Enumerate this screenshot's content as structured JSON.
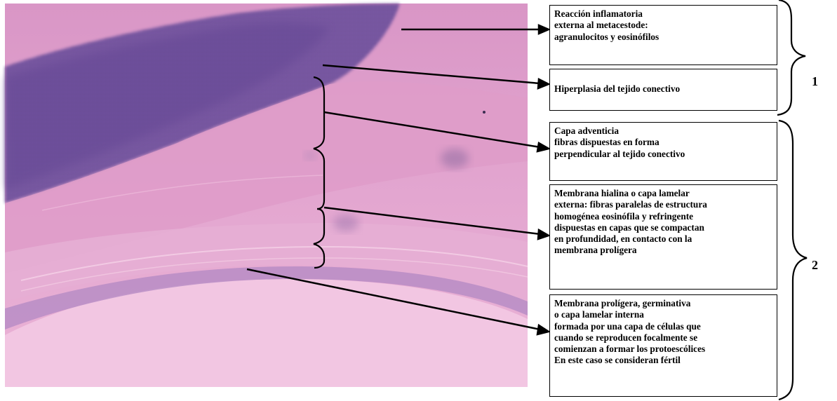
{
  "labels": {
    "box1": [
      "Reacción inflamatoria",
      "externa al metacestode:",
      "agranulocitos y eosinófilos"
    ],
    "box2": [
      "Hiperplasia del tejido conectivo"
    ],
    "box3": [
      "Capa adventicia",
      "fibras dispuestas en forma",
      "perpendicular al tejido conectivo"
    ],
    "box4": [
      "Membrana hialina o capa lamelar",
      "externa: fibras paralelas de estructura",
      "homogénea eosinófila y refringente",
      "dispuestas en capas que se compactan",
      "en profundidad, en contacto con la",
      "membrana prolígera"
    ],
    "box5": [
      "Membrana prolígera, germinativa",
      "o capa lamelar interna",
      "formada por una capa de células que",
      "cuando se reproducen focalmente se",
      "comienzan a formar los protoescólices",
      "En este caso se consideran fértil"
    ]
  },
  "groups": {
    "group1": "1",
    "group2": "2"
  },
  "colors": {
    "stain_pink": "#e7a0cd",
    "stain_purple": "#6a4a9a",
    "background": "#ffffff",
    "ink": "#000000"
  }
}
